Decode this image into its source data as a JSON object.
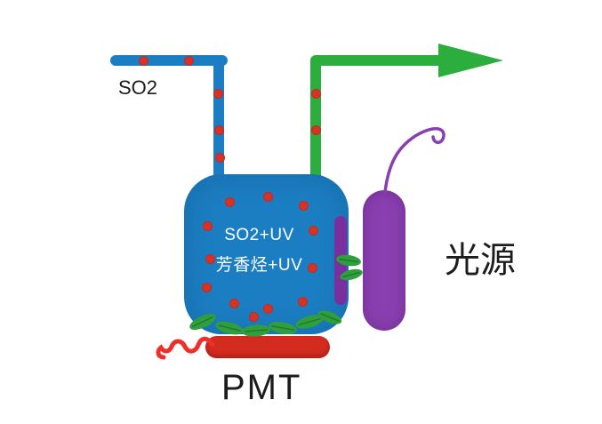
{
  "diagram": {
    "labels": {
      "inlet_gas": "SO2",
      "chamber_reaction_line1": "SO2+UV",
      "chamber_reaction_line2": "芳香烃+UV",
      "light_source": "光源",
      "detector": "PMT"
    },
    "colors": {
      "inlet_pipe_blue": "#1b7ec2",
      "outlet_pipe_green": "#2cae3f",
      "particle_red": "#d63327",
      "chamber_blue": "#1b7ec2",
      "uv_window_purple": "#7a2f9e",
      "lamp_purple": "#8a3fb0",
      "pmt_red": "#d42b1f",
      "leaf_green": "#2f9e3d",
      "cable_red": "#ef2f2a",
      "text_white": "#ffffff",
      "text_black": "#1c1c1c"
    },
    "icons": {
      "outlet_arrow": "right-arrowhead",
      "gas_particle": "red-dot",
      "fluorescence_leaf": "green-leaf",
      "lamp_wire": "curled-purple-wire",
      "pmt_cable": "red-squiggle-line"
    }
  }
}
